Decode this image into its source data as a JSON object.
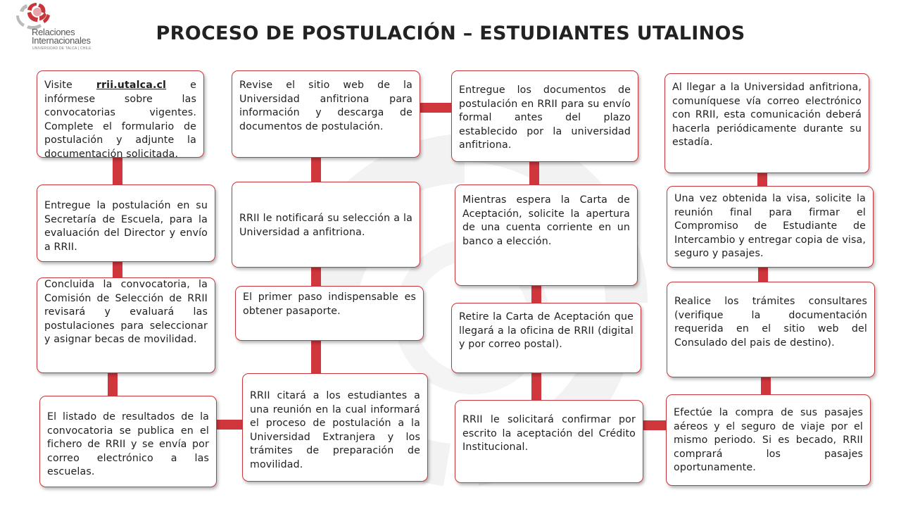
{
  "header": {
    "title": "PROCESO DE POSTULACIÓN – ESTUDIANTES UTALINOS",
    "logo_line1": "Relaciones",
    "logo_line2": "Internacionales",
    "logo_line3": "UNIVERSIDAD DE TALCA | CHILE"
  },
  "steps": {
    "c1s1": {
      "visit_prefix": "Visite ",
      "link": "rrii.utalca.cl",
      "rest": " e infórmese sobre las convocatorias vigentes. Complete el formulario de postulación y adjunte la documentación solicitada."
    },
    "c1s2": "Entregue la postulación en su Secretaría de Escuela, para la evaluación del Director y envío a RRII.",
    "c1s3": "Concluida la convocatoria, la Comisión de Selección de RRII revisará y evaluará las postulaciones para seleccionar y asignar becas de movilidad.",
    "c1s4": "El listado de resultados de la convocatoria se publica en el fichero de RRII y se envía por correo electrónico a las escuelas.",
    "c2s1": "Revise el sitio web de la Universidad anfitriona para información y descarga de documentos de postulación.",
    "c2s2": "RRII le notificará su selección a la Universidad a anfitriona.",
    "c2s3": "El primer paso indispensable es obtener pasaporte.",
    "c2s4": "RRII citará a los estudiantes a una reunión en la cual informará el proceso de postulación a la Universidad Extranjera y los trámites de preparación de movilidad.",
    "c3s1": "Entregue los documentos de postulación en RRII para su envío formal antes del plazo establecido por la universidad anfitriona.",
    "c3s2": "Mientras espera la Carta de Aceptación, solicite la apertura de una cuenta corriente en un banco a elección.",
    "c3s3": "Retire la Carta de Aceptación que llegará a la oficina de RRII (digital y por correo postal).",
    "c3s4": "RRII le solicitará confirmar por escrito la aceptación del Crédito Institucional.",
    "c4s1": "Al llegar a la Universidad anfitriona, comuníquese vía correo electrónico con RRII, esta comunicación deberá hacerla periódicamente durante su estadía.",
    "c4s2": "Una vez obtenida la visa, solicite la reunión final para firmar el Compromiso de Estudiante de Intercambio y entregar copia de visa, seguro y pasajes.",
    "c4s3": "Realice los trámites consultares (verifique la documentación requerida en el sitio web del Consulado del pais de destino).",
    "c4s4": "Efectúe la compra de sus pasajes aéreos y el seguro de viaje por el mismo periodo. Si es becado, RRII comprará los pasajes oportunamente."
  },
  "colors": {
    "accent": "#d0373d",
    "box_border": "#c8363b",
    "text": "#1e1e1e",
    "title": "#222222"
  }
}
